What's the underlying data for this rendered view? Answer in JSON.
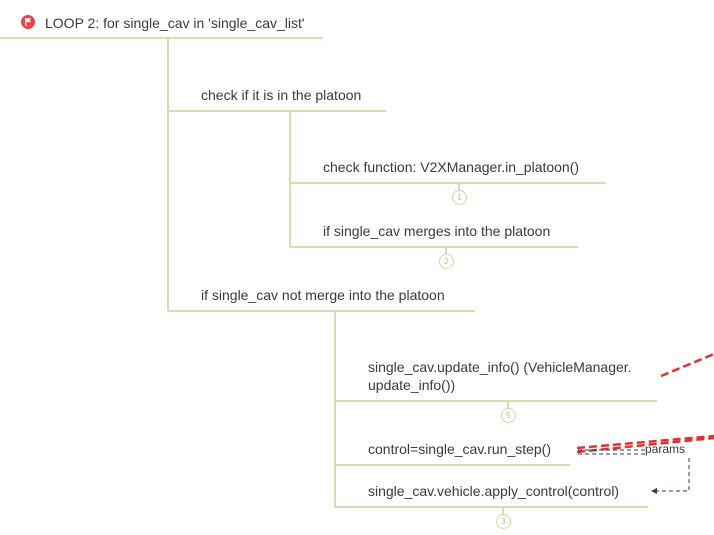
{
  "root": {
    "label": "LOOP 2: for single_cav in 'single_cav_list'"
  },
  "nodes": {
    "check_platoon": "check if it is in the platoon",
    "check_function": "check function: V2XManager.in_platoon()",
    "merges": "if single_cav merges into the platoon",
    "not_merge": "if single_cav not merge into the platoon",
    "update_info": "single_cav.update_info() (VehicleManager. update_info())",
    "run_step": "control=single_cav.run_step()",
    "apply_control": "single_cav.vehicle.apply_control(control)"
  },
  "badges": {
    "b1": "1",
    "b2": "2",
    "b5": "5",
    "b3": "3"
  },
  "params_label": "params",
  "colors": {
    "branch_line": "#d8dcb0",
    "connector": "#e03131",
    "dashed_arrow": "#2f3a6b",
    "flag": "#e8464b"
  },
  "icons": {
    "root": "flag-icon"
  }
}
